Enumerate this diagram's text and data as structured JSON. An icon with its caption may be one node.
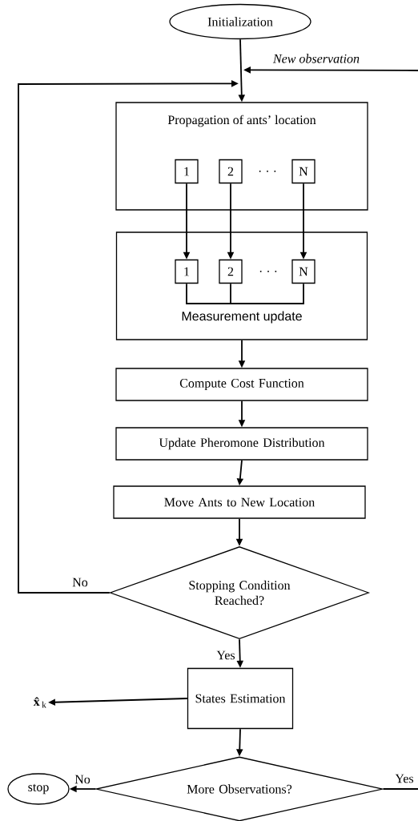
{
  "diagram": {
    "nodes": [
      {
        "text": [
          "Initialization"
        ]
      },
      {
        "text": [
          "Propagation of ants’ location"
        ]
      },
      {
        "text": [
          "1"
        ],
        "in": 1
      },
      {
        "text": [
          "2"
        ],
        "in": 1
      },
      {
        "text": [
          "N"
        ],
        "in": 1
      },
      {
        "text": [
          "Measurement update"
        ]
      },
      {
        "text": [
          "1"
        ],
        "in": 5
      },
      {
        "text": [
          "2"
        ],
        "in": 5
      },
      {
        "text": [
          "N"
        ],
        "in": 5
      },
      {
        "text": [
          "Compute Cost Function"
        ]
      },
      {
        "text": [
          "Update Pheromone Distribution"
        ]
      },
      {
        "text": [
          "Move Ants to New Location"
        ]
      },
      {
        "text": [
          "Stopping Condition Reached?"
        ]
      },
      {
        "text": [
          "States Estimation"
        ]
      },
      {
        "text": [
          "**x̂**$_{k}$"
        ]
      },
      {
        "text": [
          "More Observations?"
        ]
      },
      {
        "text": [
          "stop"
        ]
      }
    ],
    "edges": [
      {
        "from": 0,
        "to": 1,
        "arrow": "to"
      },
      {
        "from": null,
        "to": 1,
        "arrow": "to",
        "label": "New observation"
      },
      {
        "from": 12,
        "to": 1,
        "arrow": "to",
        "label": "No"
      },
      {
        "from": 2,
        "to": 6,
        "arrow": "to"
      },
      {
        "from": 3,
        "to": 7,
        "arrow": "to"
      },
      {
        "from": 4,
        "to": 8,
        "arrow": "to"
      },
      {
        "from": 6,
        "to": null,
        "arrow": "none"
      },
      {
        "from": 7,
        "to": null,
        "arrow": "none"
      },
      {
        "from": 8,
        "to": null,
        "arrow": "none"
      },
      {
        "from": 5,
        "to": 9,
        "arrow": "to"
      },
      {
        "from": 9,
        "to": 10,
        "arrow": "to"
      },
      {
        "from": 10,
        "to": 11,
        "arrow": "to"
      },
      {
        "from": 11,
        "to": 12,
        "arrow": "to"
      },
      {
        "from": 12,
        "to": 13,
        "arrow": "to",
        "label": "Yes"
      },
      {
        "from": 13,
        "to": 14,
        "arrow": "to"
      },
      {
        "from": 13,
        "to": 15,
        "arrow": "to"
      },
      {
        "from": 15,
        "to": 16,
        "arrow": "to",
        "label": "No"
      },
      {
        "from": 15,
        "to": null,
        "arrow": "none",
        "label": "Yes"
      }
    ],
    "labels": [
      "· · ·",
      "· · ·"
    ]
  }
}
